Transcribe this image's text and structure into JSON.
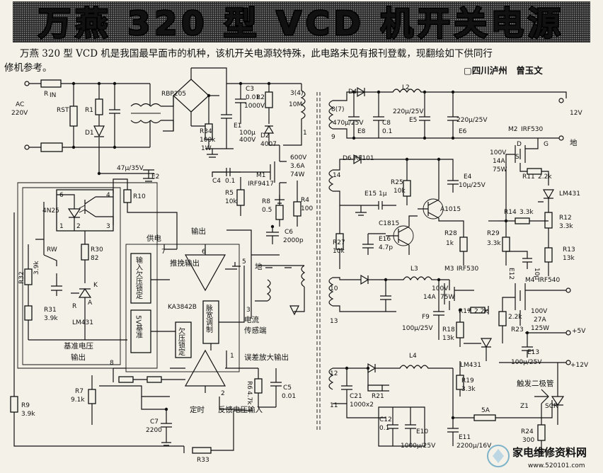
{
  "title": "万燕 320 型 VCD 机开关电源",
  "intro": {
    "line1": "万燕 320 型 VCD 机是我国最早面市的机种，该机开关电源较特殊，此电路未见有报刊登载，现翻绘如下供同行",
    "line2": "修机参考。",
    "author": "▢四川泸州　曾玉文"
  },
  "watermark": {
    "text": "家电维修资料网",
    "url": "www.520101.com"
  },
  "colors": {
    "ink": "#111111",
    "paper": "#f4f1e8",
    "title_fill": "#ffffff"
  },
  "labels": {
    "ac": "AC",
    "ac_v": "220V",
    "r_in": "R",
    "r_in_sub": "IN",
    "rst": "RST",
    "r1": "R1",
    "d1": "D1",
    "rbp": "RBP205",
    "c3": "C3",
    "c3_v": "0.01",
    "c3_r": "1000V",
    "r2": "R2",
    "r2_v": "10M",
    "tr_pin": "3(4)",
    "pin1": "1",
    "e1": "E1",
    "e1_v": "100μ",
    "e1_r": "400V",
    "r34": "R34",
    "r34_v": "100k",
    "r34_p": "1W",
    "d2": "D2",
    "d2_v": "4007",
    "e2": "47μ/35V",
    "e2_n": "E2",
    "c4": "C4",
    "c4_v": "0.1",
    "m1": "M1",
    "m1_v": "IRF9417",
    "m1_r": "600V",
    "m1_i": "3.6A",
    "m1_p": "74W",
    "r5": "R5",
    "r5_v": "10k",
    "r8": "R8",
    "r8_v": "0.5",
    "r4": "R4",
    "r4_v": "100",
    "c6": "C6",
    "c6_v": "2000p",
    "r10": "R10",
    "opto": "4N25",
    "p6": "6",
    "p4": "4",
    "p1": "1",
    "p2": "2",
    "p3": "3",
    "rw": "RW",
    "r30": "R30",
    "r30_v": "82",
    "r32": "R32",
    "r32_v": "3.9k",
    "r31": "R31",
    "r31_v": "3.9k",
    "lm431a": "LM431",
    "rr": "R",
    "kk": "K",
    "aa": "A",
    "supply": "供电",
    "output": "输出",
    "push_out": "推挽输出",
    "ground": "地",
    "ic_p7": "7",
    "ic_p6": "6",
    "ic_p5": "5",
    "ic_p3": "3",
    "ic_p8": "8",
    "ic_p2": "2",
    "ic_p1": "1",
    "blk_uvlo": "输入欠压锁定",
    "blk_5v": "5V基准",
    "blk_pwm": "脉宽调制",
    "blk_ovl": "欠压锁定",
    "ic": "KA3842B",
    "cur_sense": "电流",
    "cur_sense2": "传感端",
    "ref_v": "基准电压",
    "ref_v2": "输出",
    "err_amp": "误差放大输出",
    "r7": "R7",
    "r7_v": "9.1k",
    "r6": "R6",
    "r6_v": "4.7k",
    "c5": "C5",
    "c5_v": "0.01",
    "timing": "定时",
    "fb_in": "反馈电压输入",
    "r9": "R9",
    "r9_v": "3.9k",
    "c7": "C7",
    "c7_v": "2200",
    "r33": "R33",
    "s8": "8(7)",
    "s9": "9",
    "d4": "D4",
    "l2": "L2",
    "e8": "470μ/25V",
    "e8_n": "E8",
    "c8": "C8",
    "c8_v": "0.1",
    "e5": "220μ/25V",
    "e5_n": "E5",
    "e6": "220μ/25V",
    "e6_n": "E6",
    "out12": "12V",
    "gnd_r": "地",
    "m2": "M2",
    "m2_v": "IRF530",
    "m2_d": "D",
    "m2_g": "G",
    "m2_s": "S",
    "m2_r": "100V",
    "m2_i": "14A",
    "m2_p": "75W",
    "r11": "R11",
    "r11_v": "2.2k",
    "lm431b": "LM431",
    "s14": "14",
    "d6": "D6",
    "d6_v": "RF101",
    "r25": "R25",
    "r25_v": "10k",
    "e4": "E4",
    "e4_v": "10μ/25V",
    "e15": "E15",
    "e15_v": "1μ",
    "q_a1015": "A1015",
    "q_c1815": "C1815",
    "r14": "R14",
    "r14_v": "3.3k",
    "r12": "R12",
    "r12_v": "3.3k",
    "r27": "R27",
    "r27_v": "10k",
    "e16": "E16",
    "e16_v": "4.7p",
    "r28": "R28",
    "r28_v": "1k",
    "r29": "R29",
    "r29_v": "3.3k",
    "r13": "R13",
    "r13_v": "13k",
    "e12": "E12",
    "e12_v": "10μ",
    "s10": "10",
    "s13": "13",
    "l3": "L3",
    "m3": "M3",
    "m3_v": "IRF530",
    "m3_r": "100V",
    "m3_i": "14A",
    "m3_p": "75W",
    "r17": "R17",
    "r17_v": "2.2k",
    "f9": "F9",
    "f9_v": "100μ/25V",
    "r18": "R18",
    "r18_v": "13k",
    "lm431c": "LM431",
    "r19": "R19",
    "r19_v": "3.3k",
    "m4": "M4",
    "m4_v": "IRF540",
    "m4_r": "100V",
    "m4_i": "27A",
    "m4_p": "125W",
    "r23": "R23",
    "r23_v": "2.2k",
    "out5": "+5V",
    "e13": "E13",
    "e13_v": "100μ/25V",
    "out12b": "+12V",
    "s12": "12",
    "s11": "11",
    "l4": "L4",
    "c21": "C21",
    "c21_v": "1000x2",
    "r21": "R21",
    "c12": "C12",
    "c12_v": "0.1",
    "e10": "E10",
    "e10_v": "1000μ/25V",
    "e11": "E11",
    "e11_v": "2200μ/16V",
    "fuse5a": "5A",
    "trigger": "触发二极管",
    "z1": "Z1",
    "scr": "SCR",
    "r24": "R24",
    "r24_v": "300"
  }
}
